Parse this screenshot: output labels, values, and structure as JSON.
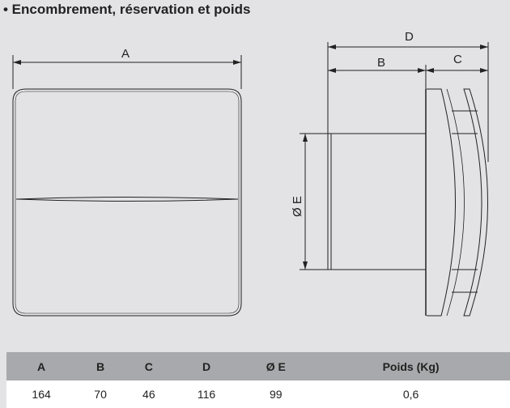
{
  "title": "• Encombrement, réservation et poids",
  "diagram": {
    "front_label_a": "A",
    "side_label_b": "B",
    "side_label_c": "C",
    "side_label_d": "D",
    "side_label_e": "Ø  E"
  },
  "table": {
    "headers": [
      "A",
      "B",
      "C",
      "D",
      "Ø E",
      "Poids (Kg)"
    ],
    "row": [
      "164",
      "70",
      "46",
      "116",
      "99",
      "0,6"
    ]
  },
  "colors": {
    "background": "#e3e3e5",
    "header": "#a8a9ac"
  }
}
